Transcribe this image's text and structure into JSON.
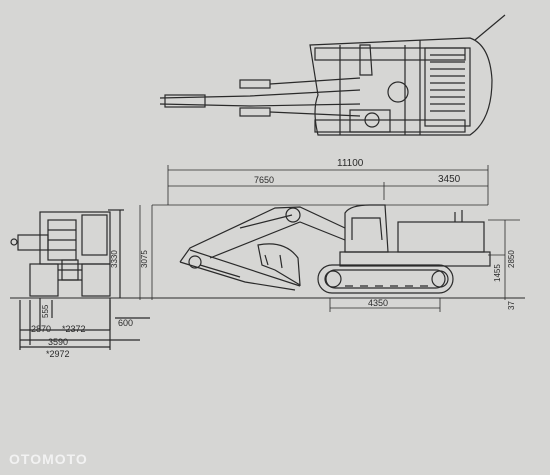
{
  "drawing": {
    "background": "#d6d6d4",
    "line_color": "#2a2a2a",
    "dimensions": {
      "overall_length": "11100",
      "front_section": "7650",
      "rear_section": "3450",
      "height": "3075",
      "cab_height": "2850",
      "counterweight_clearance": "1455",
      "ground_clearance": "37",
      "track_length": "4350",
      "front_height": "3330",
      "front_clearance": "555",
      "track_gauge": "2870",
      "track_gauge_alt": "*2372",
      "shoe_width": "600",
      "overall_width": "3590",
      "overall_width_alt": "*2972"
    }
  },
  "watermark": {
    "text": "OTOMOTO"
  }
}
